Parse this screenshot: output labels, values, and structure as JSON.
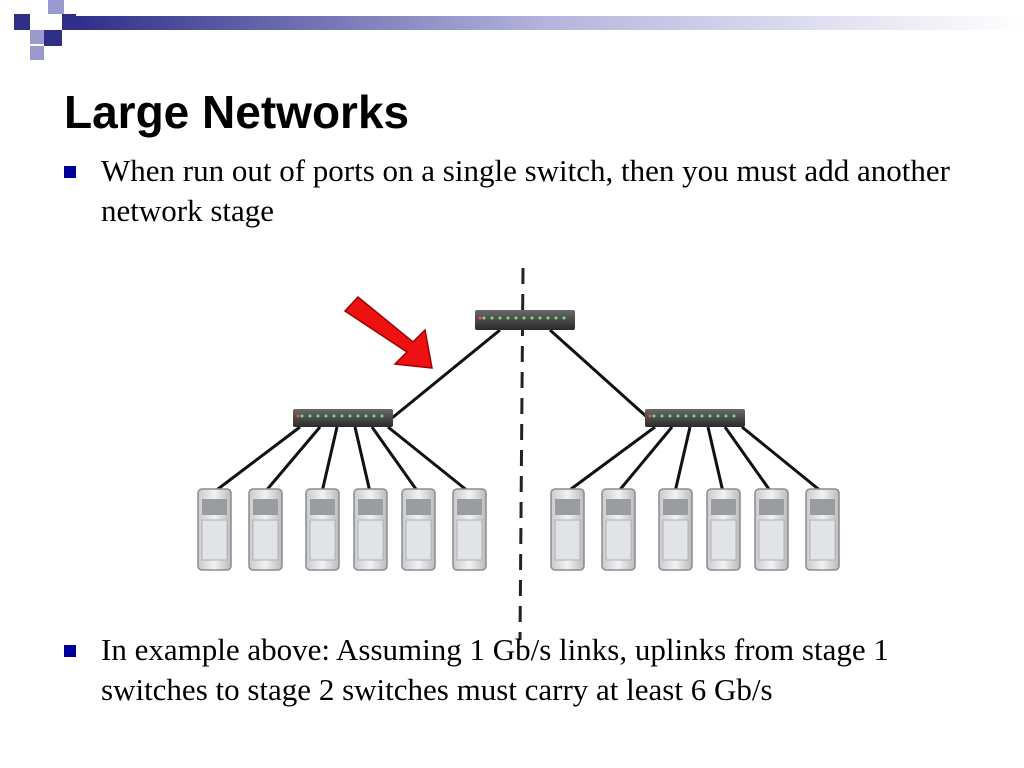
{
  "slide": {
    "title": "Large Networks",
    "bullets": [
      "When run out of ports on a single switch, then you must add another network stage",
      "In example above: Assuming 1 Gb/s links, uplinks from stage 1 switches to stage 2 switches must carry at least 6 Gb/s"
    ]
  },
  "colors": {
    "bullet": "#000099",
    "arrow": "#ee1111",
    "deco_dark": "#2f2f8a",
    "deco_light": "#9a9acf"
  },
  "icons": {
    "switch": "network-switch-icon",
    "server": "tower-server-icon",
    "arrow": "red-arrow-icon"
  }
}
